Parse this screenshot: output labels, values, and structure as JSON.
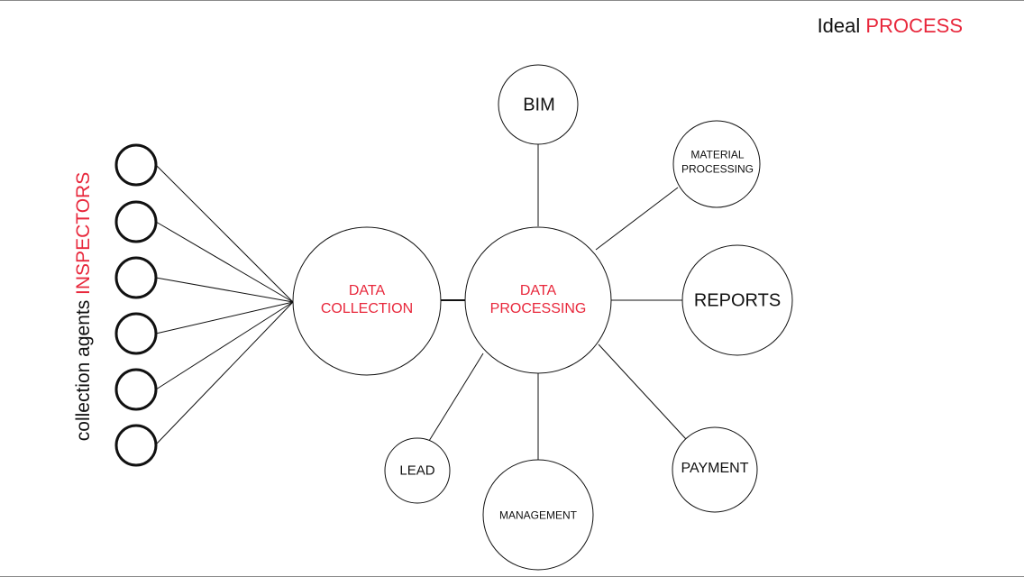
{
  "title": {
    "prefix": "Ideal",
    "accent": "PROCESS"
  },
  "side_label": {
    "prefix": "collection agents",
    "accent": "INSPECTORS"
  },
  "nodes": {
    "data_collection": {
      "line1": "DATA",
      "line2": "COLLECTION"
    },
    "data_processing": {
      "line1": "DATA",
      "line2": "PROCESSING"
    },
    "bim": "BIM",
    "material_processing": {
      "line1": "MATERIAL",
      "line2": "PROCESSING"
    },
    "reports": "REPORTS",
    "payment": "PAYMENT",
    "management": "MANAGEMENT",
    "lead": "LEAD"
  },
  "colors": {
    "accent": "#e8283c",
    "stroke": "#111111"
  }
}
